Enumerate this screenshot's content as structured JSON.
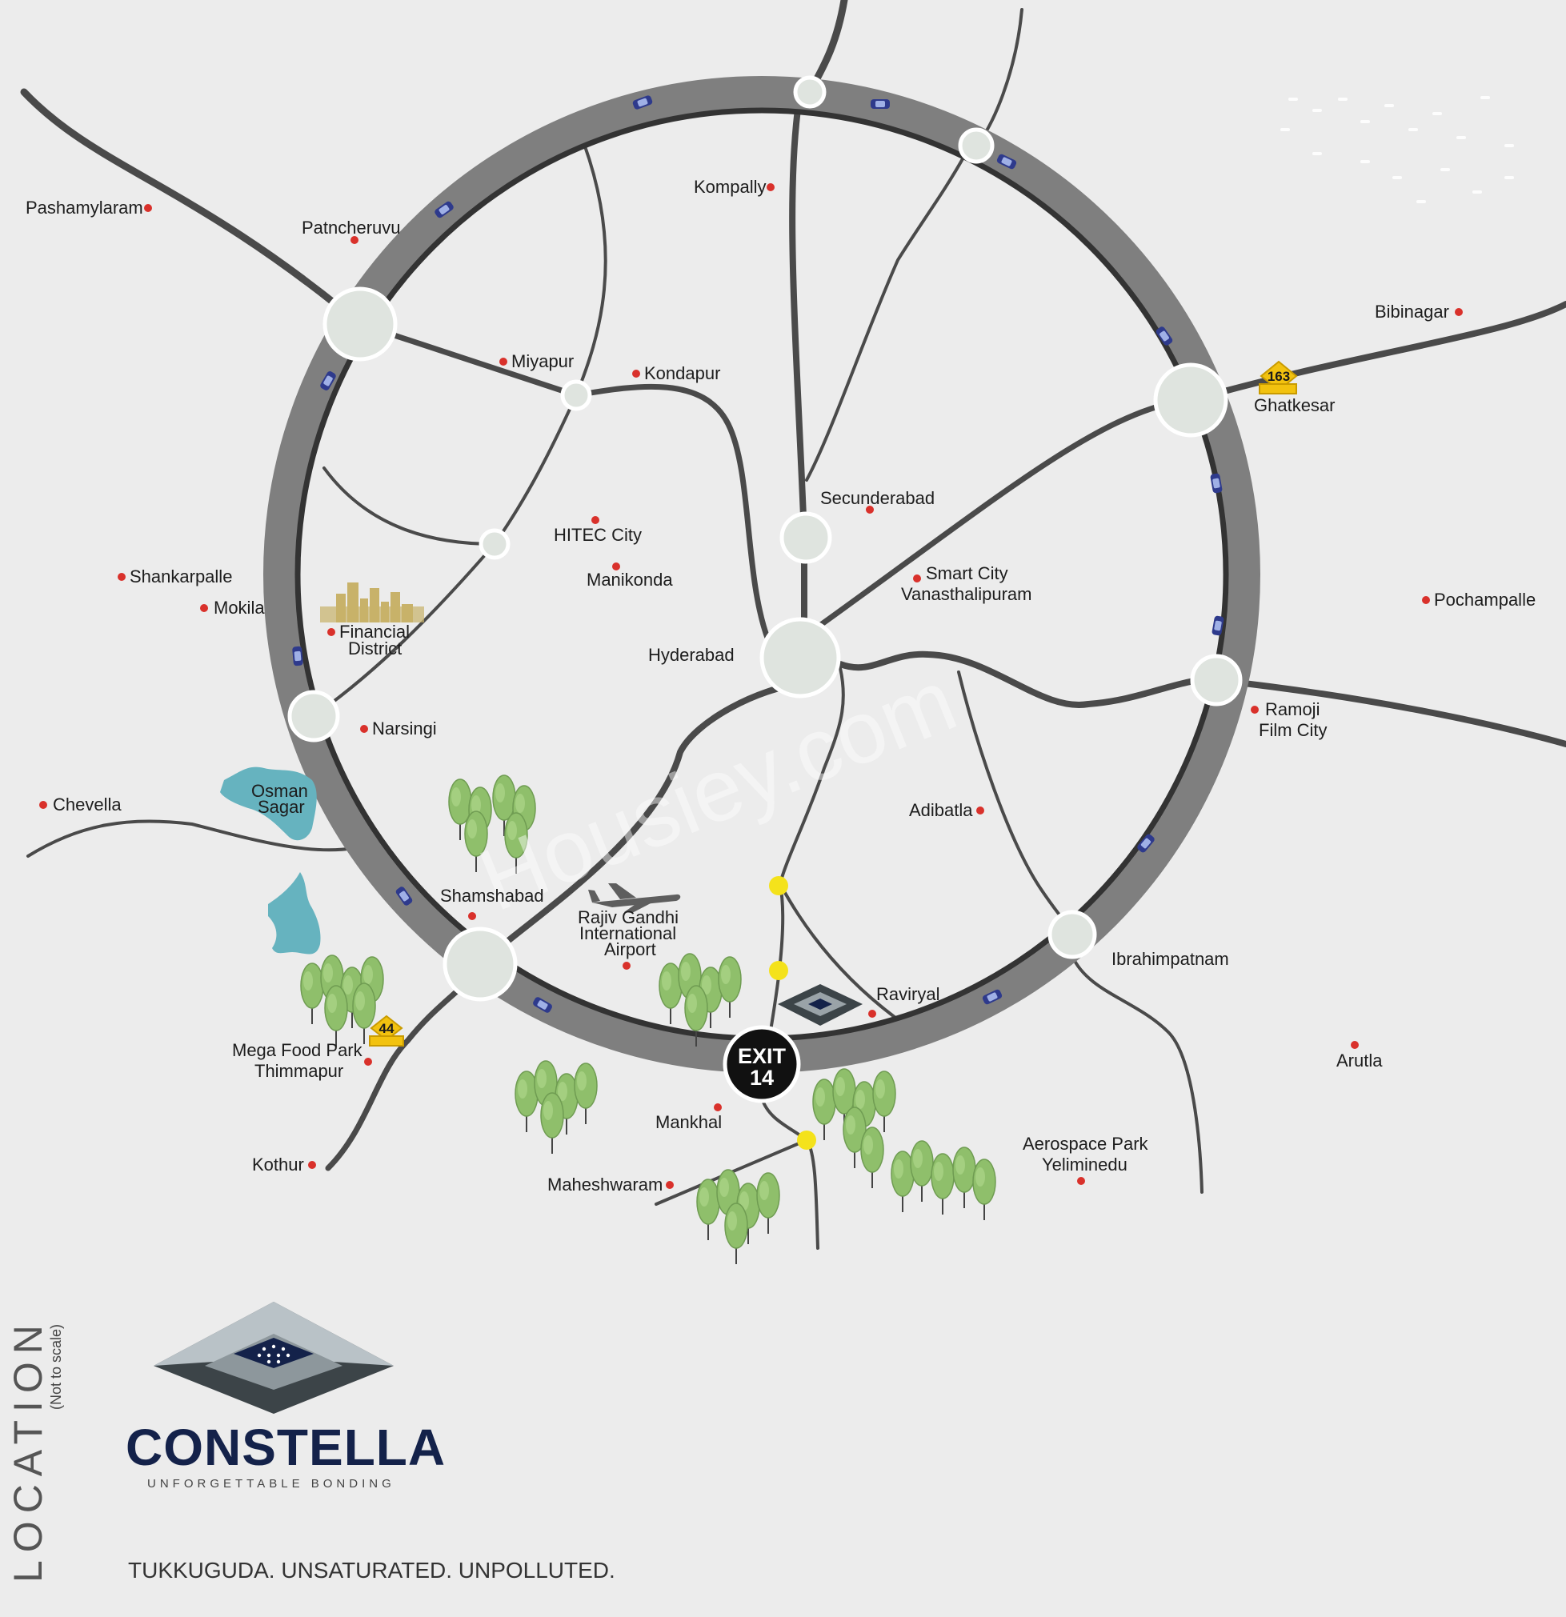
{
  "places": [
    {
      "name": "Kompally"
    },
    {
      "name": "Patncheruvu"
    },
    {
      "name": "Pashamylaram"
    },
    {
      "name": "Bibinagar"
    },
    {
      "name": "Ghatkesar"
    },
    {
      "name": "Miyapur"
    },
    {
      "name": "Kondapur"
    },
    {
      "name": "Secunderabad"
    },
    {
      "name": "HITEC City"
    },
    {
      "name": "Shankarpalle"
    },
    {
      "name": "Mokila"
    },
    {
      "name": "Manikonda"
    },
    {
      "name": "Smart City"
    },
    {
      "name": "Vanasthalipuram"
    },
    {
      "name": "Pochampalle"
    },
    {
      "name": "Financial"
    },
    {
      "name": "District"
    },
    {
      "name": "Hyderabad"
    },
    {
      "name": "Narsingi"
    },
    {
      "name": "Ramoji"
    },
    {
      "name": "Film City"
    },
    {
      "name": "Chevella"
    },
    {
      "name": "Osman"
    },
    {
      "name": "Sagar"
    },
    {
      "name": "Adibatla"
    },
    {
      "name": "Shamshabad"
    },
    {
      "name": "Rajiv Gandhi"
    },
    {
      "name": "International"
    },
    {
      "name": "Airport"
    },
    {
      "name": "Ibrahimpatnam"
    },
    {
      "name": "Raviryal"
    },
    {
      "name": "Mega Food Park"
    },
    {
      "name": "Thimmapur"
    },
    {
      "name": "Arutla"
    },
    {
      "name": "Mankhal"
    },
    {
      "name": "Kothur"
    },
    {
      "name": "Aerospace Park"
    },
    {
      "name": "Yeliminedu"
    },
    {
      "name": "Maheshwaram"
    }
  ],
  "highways": [
    {
      "number": "163"
    },
    {
      "number": "44"
    }
  ],
  "exit": {
    "line1": "EXIT",
    "line2": "14"
  },
  "watermark": "Housiey.com",
  "brand": {
    "name": "CONSTELLA",
    "tagline": "UNFORGETTABLE BONDING"
  },
  "side_title": "LOCATION",
  "scale_note": "(Not to scale)",
  "footer": "TUKKUGUDA. UNSATURATED. UNPOLLUTED.",
  "colors": {
    "background": "#ececec",
    "ring_road": "#7f7f7f",
    "roads": "#4a4a4a",
    "place_dot": "#d9312b",
    "junction": "#dfe4df",
    "water": "#66b3bf",
    "tree": "#8fbf6b",
    "highway_badge": "#f2c20f",
    "marker_yellow": "#f4e21b",
    "brand_navy": "#14224a"
  }
}
